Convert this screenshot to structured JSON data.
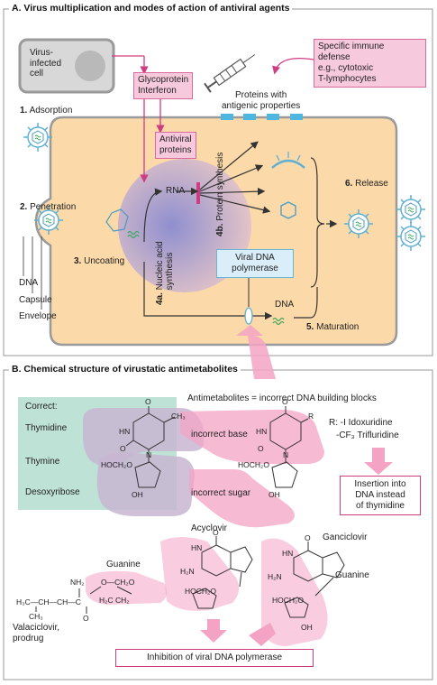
{
  "section_a": {
    "title": "A. Virus multiplication and modes of action of antiviral  agents",
    "infected_cell": "Virus-\ninfected\ncell",
    "interferon": "Glycoprotein\nInterferon",
    "immune_defense": "Specific immune\ndefense\ne.g., cytotoxic\nT-lymphocytes",
    "proteins_antigenic": "Proteins with\nantigenic properties",
    "antiviral_proteins": "Antiviral\nproteins",
    "step1": "1.",
    "step1_label": "Adsorption",
    "step2": "2.",
    "step2_label": "Penetration",
    "step3": "3.",
    "step3_label": "Uncoating",
    "step4a": "4a.",
    "step4a_label": "Nucleic acid\nsynthesis",
    "step4b": "4b.",
    "step4b_label": "Protein synthesis",
    "step5": "5.",
    "step5_label": "Maturation",
    "step6": "6.",
    "step6_label": "Release",
    "rna": "RNA",
    "dna": "DNA",
    "viral_dna_polymerase": "Viral DNA\npolymerase",
    "legend_dna": "DNA",
    "legend_capsule": "Capsule",
    "legend_envelope": "Envelope"
  },
  "section_b": {
    "title": "B. Chemical structure of virustatic antimetabolites",
    "antimetabolites": "Antimetabolites = incorrect DNA building blocks",
    "correct": "Correct:",
    "thymidine": "Thymidine",
    "thymine": "Thymine",
    "desoxyribose": "Desoxyribose",
    "incorrect_base": "incorrect base",
    "incorrect_sugar": "incorrect sugar",
    "r_line1": "R: -I  Idoxuridine",
    "r_line2": "-CF₃ Trifluridine",
    "insertion": "Insertion into\nDNA instead\nof thymidine",
    "acyclovir": "Acyclovir",
    "ganciclovir": "Ganciclovir",
    "guanine_left": "Guanine",
    "guanine_right": "Guanine",
    "valaciclovir": "Valaciclovir,\nprodrug",
    "inhibition": "Inhibition of viral DNA polymerase",
    "chem": {
      "o": "O",
      "hn": "HN",
      "n": "N",
      "ch3": "CH₃",
      "r": "R",
      "hoch2o": "HOCH₂O",
      "oh": "OH",
      "h2n": "H₂N",
      "och2o": "O—CH₂O",
      "h2c_o_ch2": "H₂C     CH₂",
      "nh2": "NH₂",
      "val_chain": "H₃C—CH—CH—C",
      "val_ch3": "CH₃",
      "val_o": "O"
    }
  },
  "colors": {
    "cell_fill": "#fbd9a9",
    "pink": "#f4a3c4",
    "pink_dark": "#d03c82",
    "blue": "#7cc3e0",
    "green_box": "#bfe2d6",
    "nucleus": "#b9a7d6"
  }
}
